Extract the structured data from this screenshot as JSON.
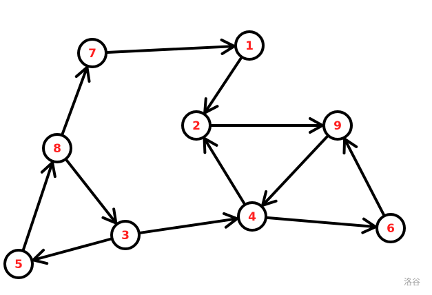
{
  "graph": {
    "nodes": [
      {
        "id": "1",
        "label": "1"
      },
      {
        "id": "2",
        "label": "2"
      },
      {
        "id": "3",
        "label": "3"
      },
      {
        "id": "4",
        "label": "4"
      },
      {
        "id": "5",
        "label": "5"
      },
      {
        "id": "6",
        "label": "6"
      },
      {
        "id": "7",
        "label": "7"
      },
      {
        "id": "8",
        "label": "8"
      },
      {
        "id": "9",
        "label": "9"
      }
    ],
    "edges": [
      [
        "7",
        "1"
      ],
      [
        "1",
        "2"
      ],
      [
        "2",
        "9"
      ],
      [
        "9",
        "4"
      ],
      [
        "4",
        "2"
      ],
      [
        "4",
        "6"
      ],
      [
        "6",
        "9"
      ],
      [
        "3",
        "4"
      ],
      [
        "3",
        "5"
      ],
      [
        "5",
        "8"
      ],
      [
        "8",
        "7"
      ],
      [
        "8",
        "3"
      ]
    ],
    "label_color": "#ff2020",
    "stroke_color": "#000000"
  },
  "watermark": "洛谷"
}
